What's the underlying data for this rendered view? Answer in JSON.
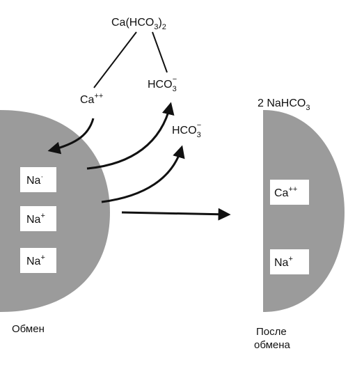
{
  "colors": {
    "exchanger": "#9b9b9b",
    "ink": "#111111",
    "ion_box": "#ffffff"
  },
  "top_formula": {
    "base": "Ca(HCO",
    "sub": "3",
    "close": ")",
    "sub2": "2"
  },
  "ca_ion": {
    "base": "Ca",
    "sup": "++"
  },
  "hco3_ion_1": {
    "base": "HCO",
    "sub": "3",
    "sup": "−"
  },
  "hco3_ion_2": {
    "base": "HCO",
    "sub": "3",
    "sup": "−"
  },
  "product": {
    "base": "2 NaHCO",
    "sub": "3"
  },
  "before": {
    "ions": [
      {
        "base": "Na",
        "sup": "·"
      },
      {
        "base": "Na",
        "sup": "+"
      },
      {
        "base": "Na",
        "sup": "+"
      }
    ],
    "caption": "Обмен"
  },
  "after": {
    "ions": [
      {
        "base": "Ca",
        "sup": "++"
      },
      {
        "base": "Na",
        "sup": "+"
      }
    ],
    "caption_line1": "После",
    "caption_line2": "обмена"
  }
}
